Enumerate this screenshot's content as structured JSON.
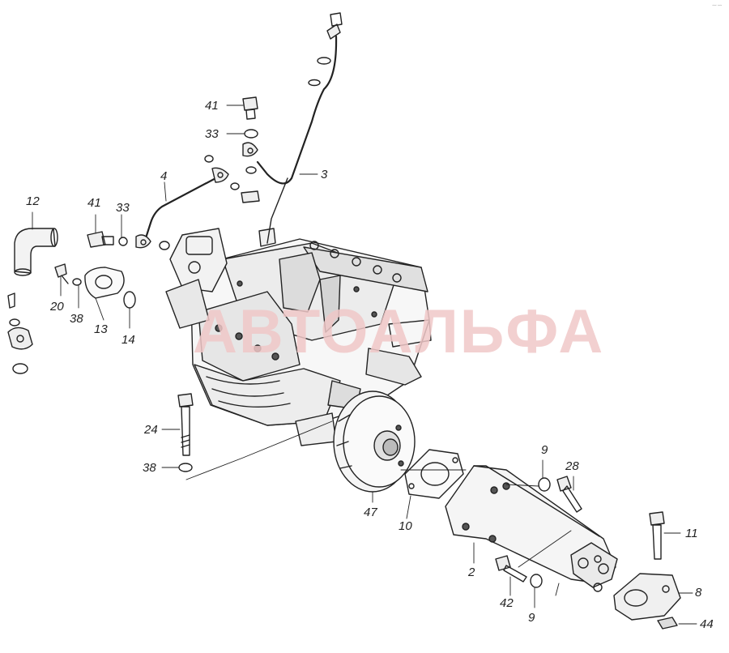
{
  "watermark": {
    "text": "АВТОАЛЬФА",
    "color": "#f0c8c8"
  },
  "corner_mark": "∼∽",
  "labels": {
    "l41a": "41",
    "l33a": "33",
    "l3": "3",
    "l4": "4",
    "l12": "12",
    "l41b": "41",
    "l33b": "33",
    "l20": "20",
    "l38a": "38",
    "l13": "13",
    "l14": "14",
    "l24": "24",
    "l38b": "38",
    "l47": "47",
    "l10": "10",
    "l9a": "9",
    "l28": "28",
    "l11": "11",
    "l2": "2",
    "l8": "8",
    "l42": "42",
    "l9b": "9",
    "l44": "44"
  }
}
